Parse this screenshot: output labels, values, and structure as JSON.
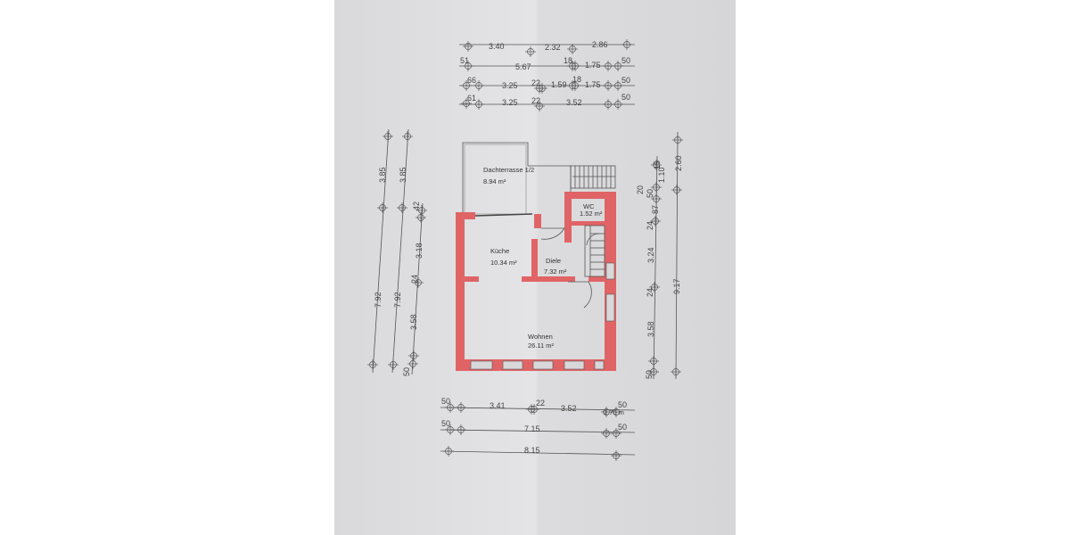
{
  "colors": {
    "paper": "#e0e0e2",
    "wall": "#e06466",
    "line": "#555555"
  },
  "rooms": [
    {
      "name": "Dachterrasse 1/2",
      "area": "8.94 m²"
    },
    {
      "name": "WC",
      "area": "1.52 m²"
    },
    {
      "name": "Küche",
      "area": "10.34 m²"
    },
    {
      "name": "Diele",
      "area": "7.32 m²"
    },
    {
      "name": "Wohnen",
      "area": "26.11 m²"
    }
  ],
  "dimensions": {
    "top": {
      "row1": [
        "3.40",
        "2.32",
        "2.86"
      ],
      "row2": [
        "51",
        "5.67",
        "18",
        "1.75",
        "50"
      ],
      "row3": [
        "66",
        "3.25",
        "22",
        "1.59",
        "18",
        "1.75",
        "50"
      ],
      "row4": [
        "61",
        "3.25",
        "22",
        "3.52",
        "50"
      ]
    },
    "left": {
      "col1": [
        "3.85",
        "7.92"
      ],
      "col2": [
        "3.85",
        "7.92"
      ],
      "col3": [
        "42",
        "3.18",
        "24",
        "3.58",
        "50"
      ]
    },
    "right": {
      "col1": [
        "15",
        "1.10",
        "20",
        "50",
        "87",
        "24",
        "3.24",
        "24",
        "3.58",
        "50"
      ],
      "col2": [
        "2.60",
        "9.17"
      ]
    },
    "bottom": {
      "row1": [
        "50",
        "3.41",
        "22",
        "3.52",
        "50"
      ],
      "row1_note": "2.70 m",
      "row2": [
        "50",
        "7.15",
        "50"
      ],
      "row3": [
        "8.15"
      ]
    }
  }
}
